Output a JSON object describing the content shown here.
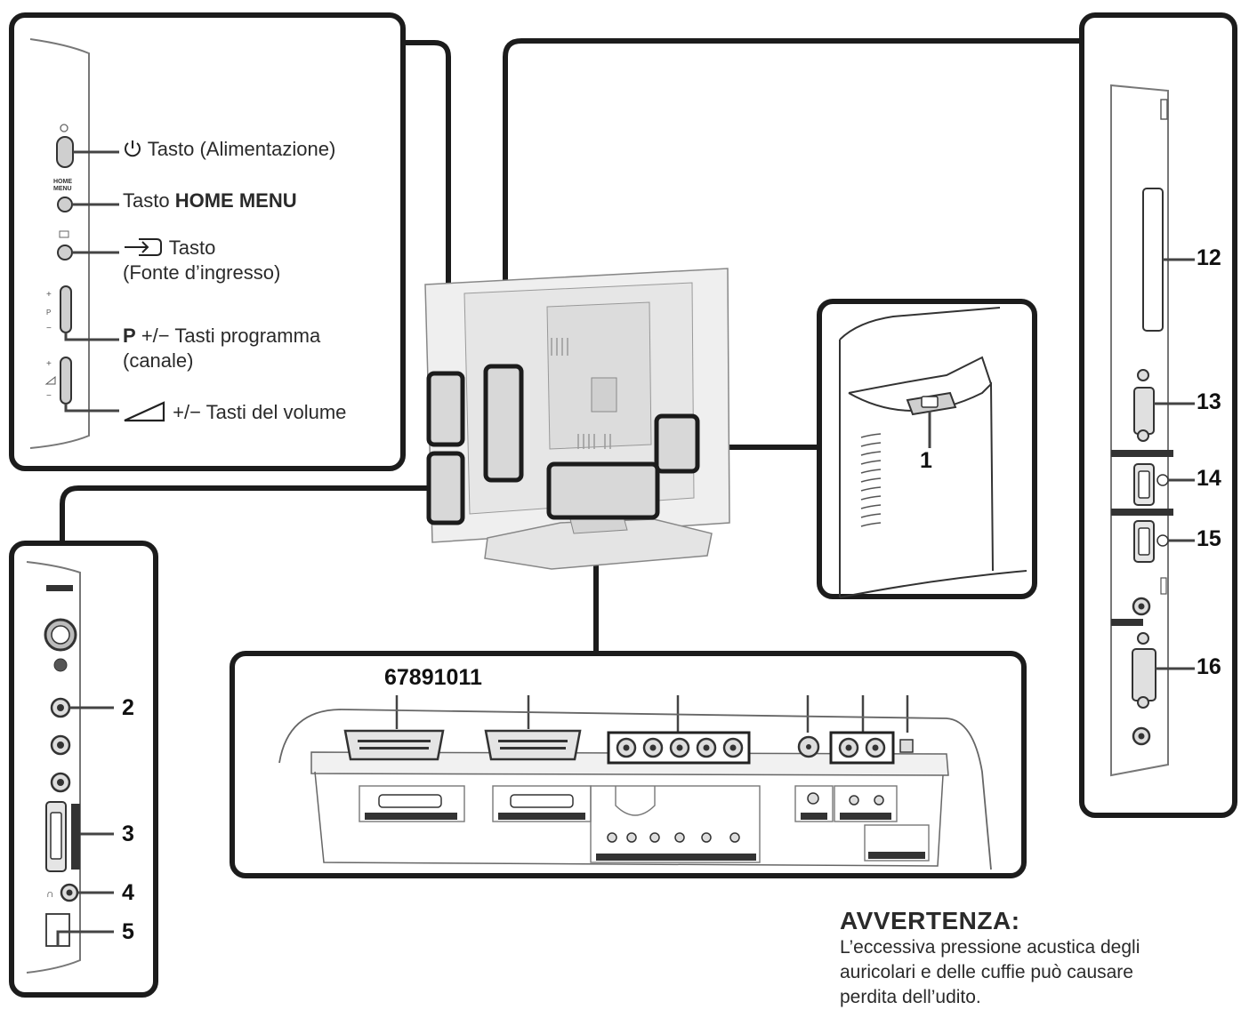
{
  "controls": {
    "power": {
      "prefix": "Tasto",
      "desc": "(Alimentazione)"
    },
    "home_menu": {
      "prefix": "Tasto",
      "name": "HOME MENU"
    },
    "input": {
      "line1": "Tasto",
      "line2": "(Fonte d’ingresso)"
    },
    "program": {
      "name": "P",
      "signs": "+/−",
      "line1": "Tasti programma",
      "line2": "(canale)"
    },
    "volume": {
      "signs": "+/−",
      "line1": "Tasti del volume"
    }
  },
  "side_panel_numbers": [
    "2",
    "3",
    "4",
    "5"
  ],
  "rear_panel_numbers": "67891011",
  "power_socket_number": "1",
  "right_panel_numbers": [
    "12",
    "13",
    "14",
    "15",
    "16"
  ],
  "warning": {
    "title": "AVVERTENZA:",
    "lines": [
      "L’eccessiva pressione acustica degli",
      "auricolari e delle cuffie può causare",
      "perdita dell’udito."
    ]
  },
  "icons": [
    "power-icon",
    "input-source-icon",
    "volume-icon",
    "headphone-icon"
  ]
}
